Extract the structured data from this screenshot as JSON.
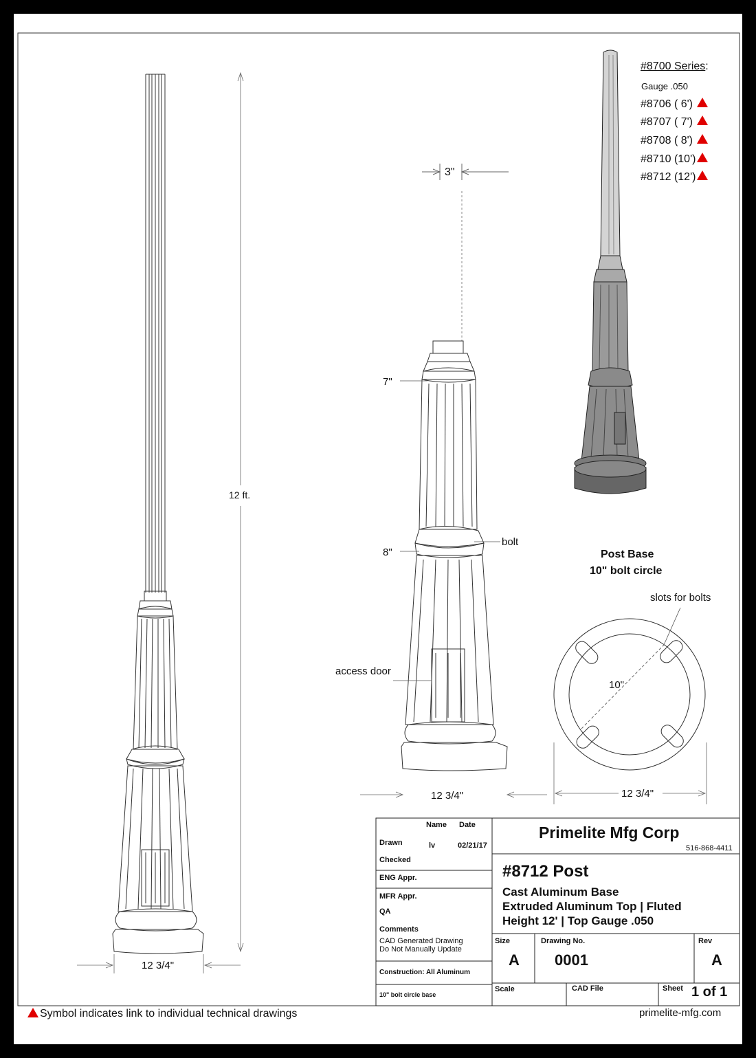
{
  "series": {
    "title": "#8700 Series",
    "title_suffix": ":",
    "gauge": "Gauge .050",
    "models": [
      {
        "label": "#8706 ( 6')"
      },
      {
        "label": "#8707 ( 7')"
      },
      {
        "label": "#8708 ( 8')"
      },
      {
        "label": "#8710 (10')"
      },
      {
        "label": "#8712 (12')"
      }
    ],
    "link_marker_color": "#e00000"
  },
  "dimensions": {
    "height": "12 ft.",
    "top_diameter": "3\"",
    "collar": "7\"",
    "mid_ring": "8\"",
    "base_width_full": "12 3/4\"",
    "base_width_detail": "12 3/4\"",
    "base_width_plan": "12 3/4\"",
    "bolt_circle": "10\""
  },
  "callouts": {
    "bolt": "bolt",
    "access_door": "access door",
    "slots": "slots for bolts"
  },
  "post_base": {
    "title": "Post Base",
    "subtitle": "10\" bolt circle"
  },
  "title_block": {
    "name_header": "Name",
    "date_header": "Date",
    "drawn_label": "Drawn",
    "drawn_name": "lv",
    "drawn_date": "02/21/17",
    "checked_label": "Checked",
    "eng_label": "ENG Appr.",
    "mfr_label": "MFR Appr.",
    "qa_label": "QA",
    "comments_label": "Comments",
    "comments_line1": "CAD Generated Drawing",
    "comments_line2": "Do Not Manually Update",
    "construction": "Construction: All Aluminum",
    "base_note": "10\" bolt circle base",
    "company": "Primelite Mfg Corp",
    "phone": "516-868-4411",
    "part_title": "#8712 Post",
    "desc1": "Cast Aluminum Base",
    "desc2": "Extruded Aluminum Top | Fluted",
    "desc3": "Height 12' | Top Gauge .050",
    "size_label": "Size",
    "size_value": "A",
    "drawing_no_label": "Drawing  No.",
    "drawing_no_value": "0001",
    "rev_label": "Rev",
    "rev_value": "A",
    "scale_label": "Scale",
    "cad_label": "CAD File",
    "sheet_label": "Sheet",
    "sheet_value": "1 of 1"
  },
  "footer": {
    "legend": "Symbol indicates link to individual technical drawings",
    "website": "primelite-mfg.com"
  }
}
